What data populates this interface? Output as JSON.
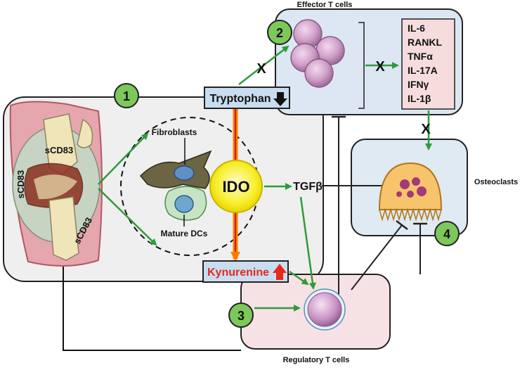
{
  "labels": {
    "effector_title": "Effector  T cells",
    "regulatory_title": "Regulatory  T cells",
    "osteoclasts": "Osteoclasts",
    "tryptophan": "Tryptophan",
    "kynurenine": "Kynurenine",
    "ido": "IDO",
    "tgfb": "TGFβ",
    "fibroblasts": "Fibroblasts",
    "mature_dcs": "Mature DCs",
    "scd83_top": "sCD83",
    "scd83_left": "sCD83",
    "scd83_bottom": "sCD83",
    "block_mark": "X"
  },
  "cytokines": [
    "IL-6",
    "RANKL",
    "TNFα",
    "IL-17A",
    "IFNγ",
    "IL-1β"
  ],
  "steps": [
    "1",
    "2",
    "3",
    "4"
  ],
  "colors": {
    "panel_grey": "#efefef",
    "effector_blue": "#dde7f3",
    "cytokine_pink": "#f6dcdc",
    "regulatory_pink": "#f6e2e4",
    "osteoclast_blue": "#dfeaf3",
    "green_arrow": "#2e9b3c",
    "badge_green": "#7cc85a",
    "ido_yellow": "#f7ee2a",
    "kynurenine_red": "#e32a1a"
  }
}
